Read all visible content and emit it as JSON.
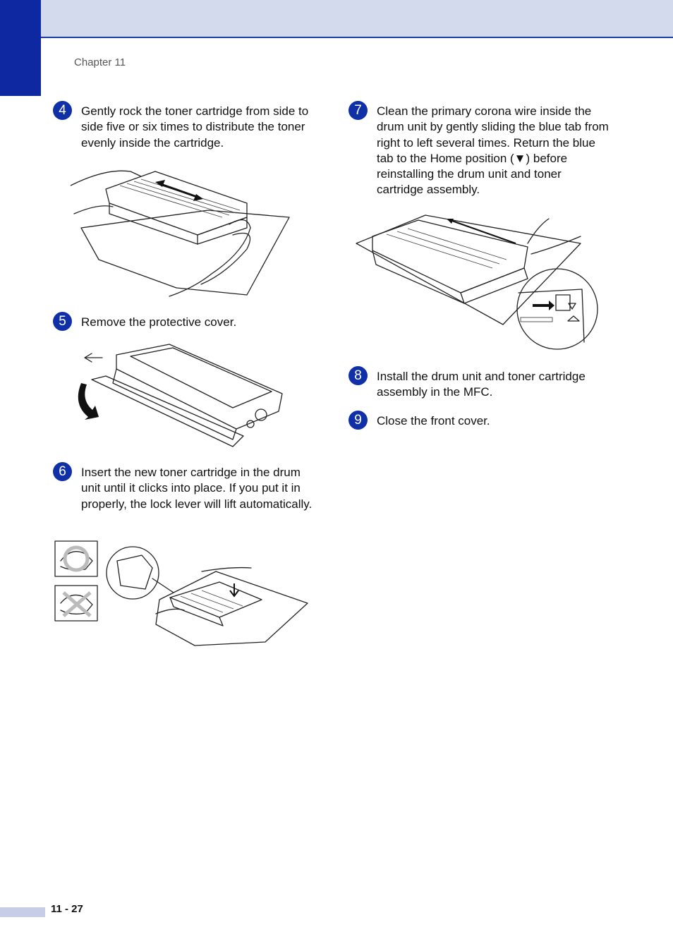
{
  "header": {
    "chapter_label": "Chapter 11"
  },
  "steps": [
    {
      "number": "4",
      "text": "Gently rock the toner cartridge from side to side five or six times to distribute the toner evenly inside the cartridge."
    },
    {
      "number": "5",
      "text": "Remove the protective cover."
    },
    {
      "number": "6",
      "text": "Insert the new toner cartridge in the drum unit until it clicks into place. If you put it in properly, the lock lever will lift automatically."
    },
    {
      "number": "7",
      "text": "Clean the primary corona wire inside the drum unit by gently sliding the blue tab from right to left several times. Return the blue tab to the Home position (▼) before reinstalling the drum unit and toner cartridge assembly."
    },
    {
      "number": "8",
      "text": "Install the drum unit and toner cartridge assembly in the MFC."
    },
    {
      "number": "9",
      "text": "Close the front cover."
    }
  ],
  "footer": {
    "page_number": "11 - 27"
  },
  "colors": {
    "accent": "#0d28a0",
    "band": "#d4daed",
    "step_badge": "#1030a8"
  }
}
